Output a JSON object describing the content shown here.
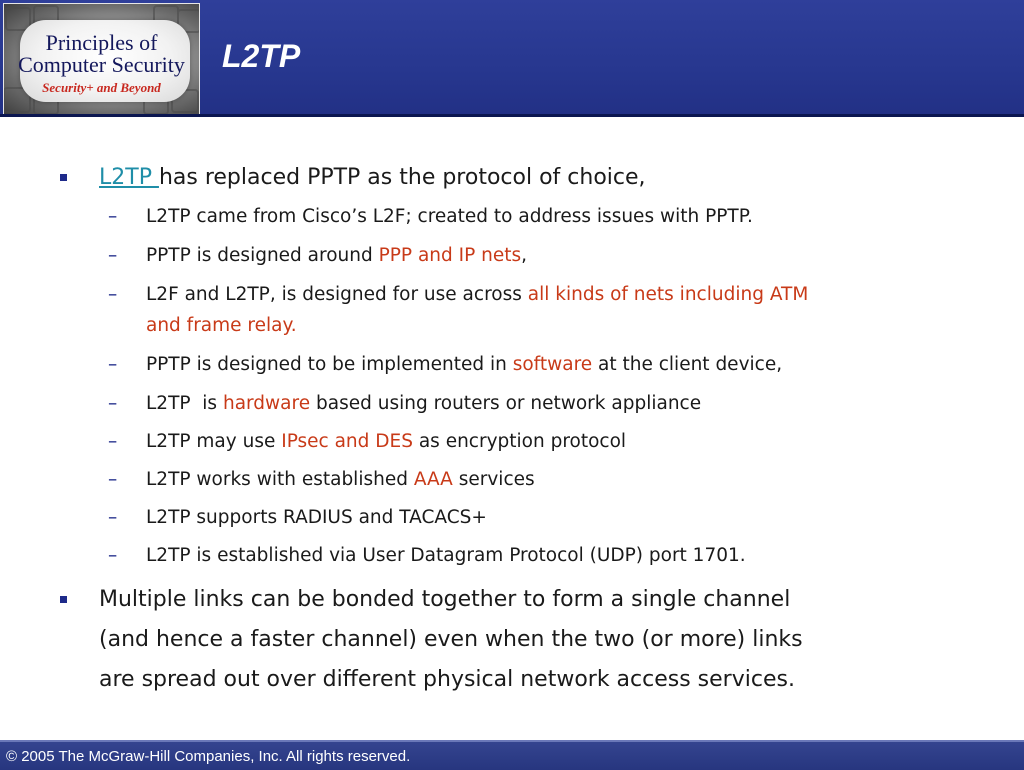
{
  "header": {
    "logo": {
      "line1": "Principles of",
      "line2": "Computer Security",
      "line3": "Security+ and Beyond"
    },
    "title": "L2TP"
  },
  "bullets": [
    {
      "parts": [
        {
          "text": "L2TP ",
          "style": "link"
        },
        {
          "text": "has replaced PPTP as the protocol of choice,"
        }
      ],
      "subs": [
        {
          "lines": [
            [
              {
                "text": "L2TP came from Cisco’s L2F; created to address issues with PPTP."
              }
            ]
          ]
        },
        {
          "lines": [
            [
              {
                "text": "PPTP is designed around "
              },
              {
                "text": "PPP and IP nets",
                "style": "red"
              },
              {
                "text": ","
              }
            ]
          ]
        },
        {
          "lines": [
            [
              {
                "text": "L2F and L2TP, is designed for use across "
              },
              {
                "text": "all kinds of nets including ATM",
                "style": "red"
              }
            ],
            [
              {
                "text": "and frame relay.",
                "style": "red"
              }
            ]
          ]
        },
        {
          "lines": [
            [
              {
                "text": "PPTP is designed to be implemented in "
              },
              {
                "text": "software",
                "style": "red"
              },
              {
                "text": " at the client device,"
              }
            ]
          ]
        },
        {
          "lines": [
            [
              {
                "text": "L2TP  is "
              },
              {
                "text": "hardware",
                "style": "red"
              },
              {
                "text": " based using routers or network appliance"
              }
            ]
          ]
        },
        {
          "lines": [
            [
              {
                "text": "L2TP may use "
              },
              {
                "text": "IPsec and DES",
                "style": "red"
              },
              {
                "text": " as encryption protocol"
              }
            ]
          ]
        },
        {
          "lines": [
            [
              {
                "text": "L2TP works with established "
              },
              {
                "text": "AAA",
                "style": "red"
              },
              {
                "text": " services"
              }
            ]
          ]
        },
        {
          "lines": [
            [
              {
                "text": "L2TP supports RADIUS and TACACS+"
              }
            ]
          ]
        },
        {
          "lines": [
            [
              {
                "text": "L2TP is established via User Datagram Protocol (UDP) port 1701."
              }
            ]
          ]
        }
      ]
    },
    {
      "lines": [
        "Multiple links can be bonded together to form a single channel",
        "(and hence a faster channel) even when the two (or more) links",
        "are spread out over different physical network access services."
      ]
    }
  ],
  "footer": {
    "copyright": "© 2005 The McGraw-Hill Companies, Inc. All rights reserved."
  },
  "colors": {
    "header_blue": "#27378f",
    "emphasis_red": "#c83a18",
    "link_teal": "#1f8ea8",
    "bullet_blue": "#1e2a8a"
  }
}
